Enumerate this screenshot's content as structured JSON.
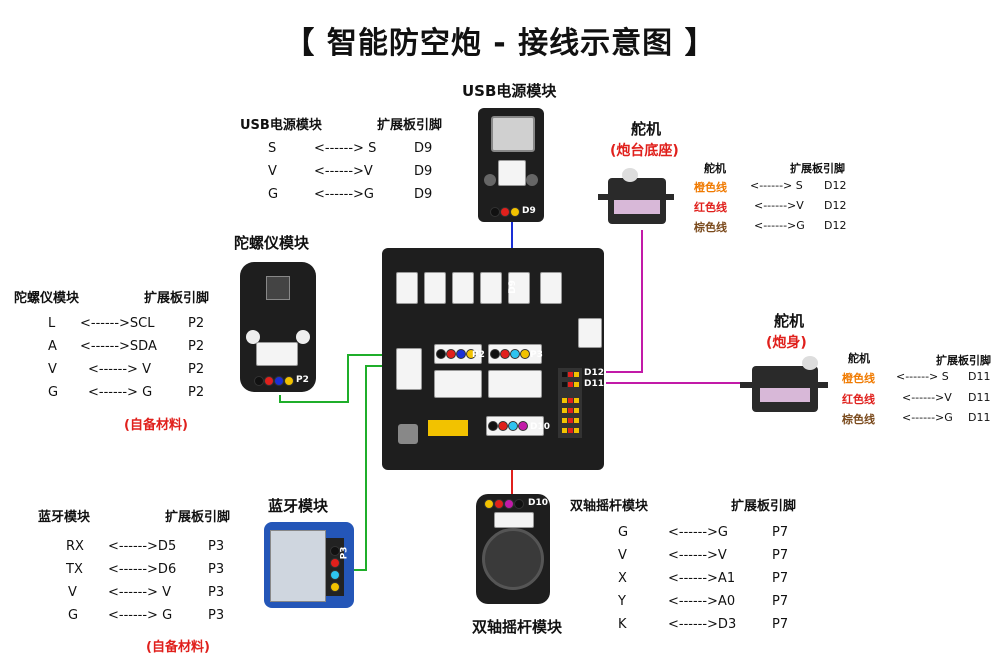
{
  "title": "【 智能防空炮 - 接线示意图 】",
  "usb": {
    "heading": "USB电源模块",
    "table_header": [
      "USB电源模块",
      "扩展板引脚"
    ],
    "rows": [
      [
        "S",
        "<------> S",
        "D9"
      ],
      [
        "V",
        "<------>V",
        "D9"
      ],
      [
        "G",
        "<------>G",
        "D9"
      ]
    ],
    "module_tag": "D9"
  },
  "servo_base": {
    "heading": "舵机",
    "subheading": "(炮台底座)",
    "table_header": [
      "舵机",
      "扩展板引脚"
    ],
    "rows": [
      [
        "橙色线",
        "<------> S",
        "D12"
      ],
      [
        "红色线",
        "<------>V",
        "D12"
      ],
      [
        "棕色线",
        "<------>G",
        "D12"
      ]
    ]
  },
  "gyro": {
    "heading": "陀螺仪模块",
    "table_header": [
      "陀螺仪模块",
      "扩展板引脚"
    ],
    "rows": [
      [
        "L",
        "<------>SCL",
        "P2"
      ],
      [
        "A",
        "<------>SDA",
        "P2"
      ],
      [
        "V",
        "<------> V",
        "P2"
      ],
      [
        "G",
        "<------> G",
        "P2"
      ]
    ],
    "note": "(自备材料)",
    "module_tag": "P2"
  },
  "servo_body": {
    "heading": "舵机",
    "subheading": "(炮身)",
    "table_header": [
      "舵机",
      "扩展板引脚"
    ],
    "rows": [
      [
        "橙色线",
        "<------> S",
        "D11"
      ],
      [
        "红色线",
        "<------>V",
        "D11"
      ],
      [
        "棕色线",
        "<------>G",
        "D11"
      ]
    ]
  },
  "bluetooth": {
    "heading": "蓝牙模块",
    "table_header": [
      "蓝牙模块",
      "扩展板引脚"
    ],
    "rows": [
      [
        "RX",
        "<------>D5",
        "P3"
      ],
      [
        "TX",
        "<------>D6",
        "P3"
      ],
      [
        "V",
        "<------> V",
        "P3"
      ],
      [
        "G",
        "<------> G",
        "P3"
      ]
    ],
    "note": "(自备材料)",
    "module_tag": "P3"
  },
  "joystick": {
    "heading": "双轴摇杆模块",
    "table_header": [
      "双轴摇杆模块",
      "扩展板引脚"
    ],
    "rows": [
      [
        "G",
        "<------>G",
        "P7"
      ],
      [
        "V",
        "<------>V",
        "P7"
      ],
      [
        "X",
        "<------>A1",
        "P7"
      ],
      [
        "Y",
        "<------>A0",
        "P7"
      ],
      [
        "K",
        "<------>D3",
        "P7"
      ]
    ],
    "module_tag": "D10"
  },
  "board": {
    "port_labels": [
      "D9",
      "P2",
      "P3",
      "D12",
      "D11",
      "D10"
    ]
  },
  "colors": {
    "wire_blue": "#1a2fd6",
    "wire_magenta": "#c21aa8",
    "wire_green": "#1fae2a",
    "wire_red": "#e0201c",
    "pcb": "#1e1e1e",
    "accent_red": "#e0201c"
  }
}
